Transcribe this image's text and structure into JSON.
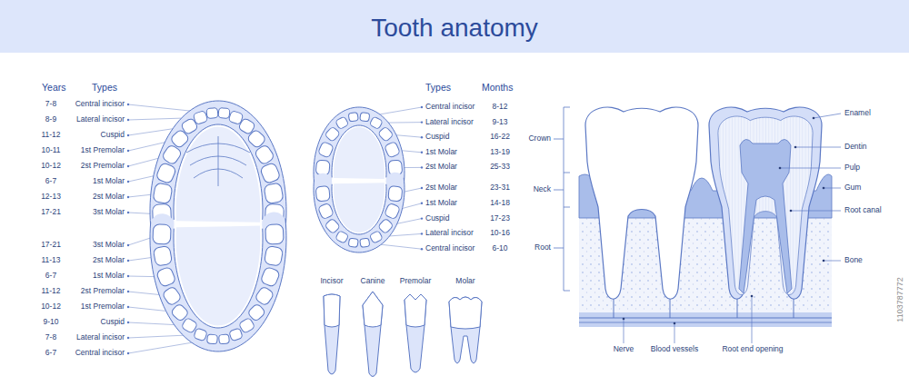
{
  "diagram": {
    "title": "Tooth anatomy",
    "labels": [
      "Years",
      "Types",
      "7-8",
      "Central incisor",
      "8-9",
      "Lateral incisor",
      "11-12",
      "Cuspid",
      "10-11",
      "1st Premolar",
      "10-12",
      "2st Premolar",
      "6-7",
      "1st Molar",
      "12-13",
      "2st Molar",
      "17-21",
      "3st Molar",
      "17-21",
      "3st Molar",
      "11-13",
      "2st Molar",
      "6-7",
      "1st Molar",
      "11-12",
      "2st Premolar",
      "10-12",
      "1st Premolar",
      "9-10",
      "Cuspid",
      "7-8",
      "Lateral incisor",
      "6-7",
      "Central incisor",
      "Types",
      "Months",
      "Central incisor",
      "8-12",
      "Lateral incisor",
      "9-13",
      "Cuspid",
      "16-22",
      "1st Molar",
      "13-19",
      "2st Molar",
      "25-33",
      "2st Molar",
      "23-31",
      "1st Molar",
      "14-18",
      "Cuspid",
      "17-23",
      "Lateral incisor",
      "10-16",
      "Central incisor",
      "6-10",
      "Incisor",
      "Canine",
      "Premolar",
      "Molar",
      "Crown",
      "Neck",
      "Root",
      "Enamel",
      "Dentin",
      "Pulp",
      "Gum",
      "Root canal",
      "Bone",
      "Nerve",
      "Blood vessels",
      "Root end opening",
      "1103787772"
    ]
  }
}
